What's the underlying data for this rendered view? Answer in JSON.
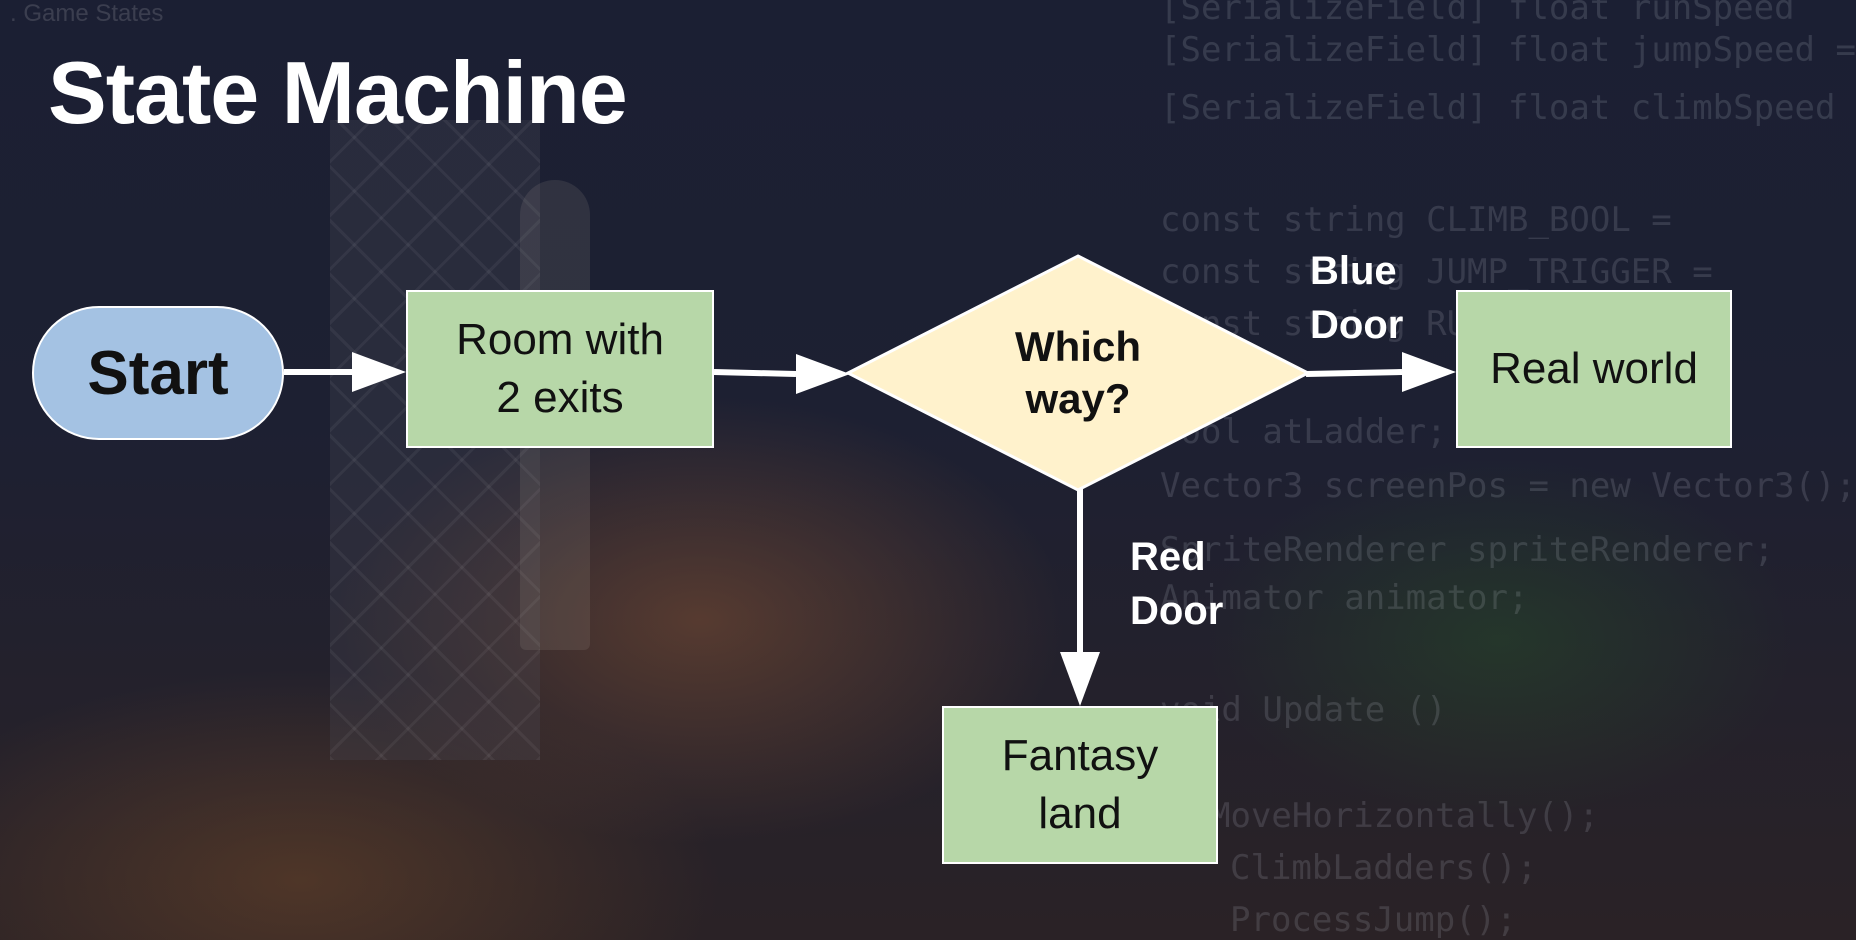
{
  "breadcrumb": ". Game States",
  "title": "State Machine",
  "nodes": {
    "start": "Start",
    "room": "Room with\n2 exits",
    "decision": "Which\nway?",
    "real_world": "Real world",
    "fantasy": "Fantasy\nland"
  },
  "edges": {
    "blue_door": "Blue\nDoor",
    "red_door": "Red\nDoor"
  },
  "background_code": {
    "lines": [
      "[SerializeField] float runSpeed",
      "[SerializeField] float jumpSpeed =",
      "[SerializeField] float climbSpeed",
      "const string CLIMB_BOOL =",
      "const string JUMP_TRIGGER =",
      "const string RUN_BOOL =",
      "bool atLadder;",
      "Vector3 screenPos = new Vector3();",
      "SpriteRenderer spriteRenderer;",
      "Animator animator;",
      "void Update ()",
      "MoveHorizontally();",
      "ClimbLadders();",
      "ProcessJump();"
    ]
  },
  "colors": {
    "start_fill": "#a4c2e3",
    "box_fill": "#b7d7a8",
    "decision_fill": "#fff2cc",
    "arrow": "#ffffff",
    "title": "#ffffff"
  }
}
